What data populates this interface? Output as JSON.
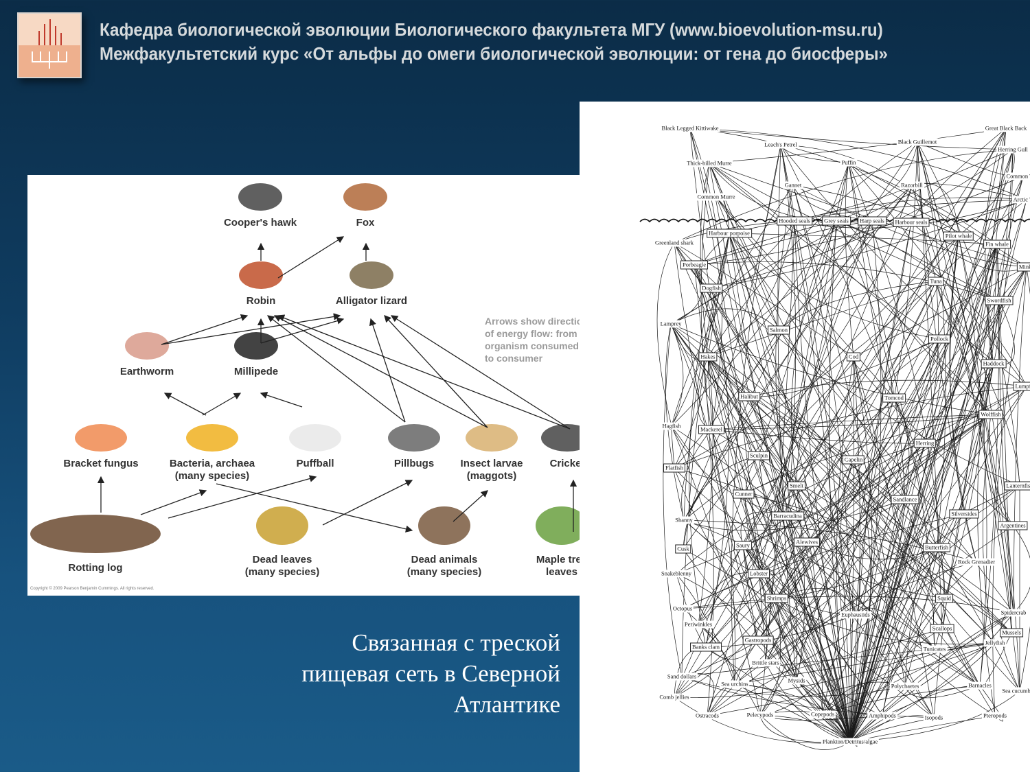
{
  "header": {
    "line1": "Кафедра биологической эволюции Биологического факультета МГУ (www.bioevolution-msu.ru)",
    "line2": "Межфакультетский курс «От альфы до омеги биологической эволюции: от гена до биосферы»"
  },
  "caption": [
    "Связанная с треской",
    "пищевая сеть в Северной",
    "Атлантике"
  ],
  "terrestrial_web": {
    "nodes": [
      "Cooper's hawk",
      "Fox",
      "Robin",
      "Alligator lizard",
      "Earthworm",
      "Millipede",
      "Bracket fungus",
      "Bacteria, archaea\n(many species)",
      "Puffball",
      "Pillbugs",
      "Insect larvae\n(maggots)",
      "Cricket",
      "Rotting log",
      "Dead leaves\n(many species)",
      "Dead animals\n(many species)",
      "Maple tree\nleaves"
    ],
    "note": "Arrows show direction\nof energy flow: from\norganism consumed\nto consumer",
    "copyright": "Copyright © 2009 Pearson Benjamin Cummings. All rights reserved."
  },
  "marine_web": {
    "labels": [
      "Black Legged Kittiwake",
      "Leach's Petrel",
      "Black Guillemot",
      "Great Black Back",
      "Herring Gull",
      "Thick-billed Murre",
      "Puffin",
      "Common Tern",
      "Gannet",
      "Razorbill",
      "Common Murre",
      "Arctic Tern",
      "Hooded seals",
      "Grey seals",
      "Harp seals",
      "Harbour seals",
      "Harbour porpoise",
      "Greenland shark",
      "Pilot whale",
      "Fin whale",
      "Porbeagle",
      "Minke",
      "Dogfish",
      "Tuna",
      "Swordfish",
      "Lamprey",
      "Salmon",
      "Pollock",
      "Hakes",
      "Cod",
      "Haddock",
      "Lumpfish",
      "Halibut",
      "Tomcod",
      "Wolffish",
      "Hagfish",
      "Mackerel",
      "Herring",
      "Sculpin",
      "Capelin",
      "Flatfish",
      "Lanternfish",
      "Smelt",
      "Cunner",
      "Sandlance",
      "Barracudina",
      "Silversides",
      "Shanny",
      "Argentines",
      "Alewives",
      "Saury",
      "Cusk",
      "Butterfish",
      "Rock Grenadier",
      "Snakeblenny",
      "Lobster",
      "Shrimps",
      "Squid",
      "Octopus",
      "Euphausiids",
      "Spidercrab",
      "Periwinkles",
      "Scallops",
      "Mussels",
      "Gastropods",
      "Banks clam",
      "Jellyfish",
      "Tunicates",
      "Brittle stars",
      "Sand dollars",
      "Mysids",
      "Sea urchins",
      "Polychaetes",
      "Barnacles",
      "Sea cucumbers",
      "Comb jellies",
      "Ostracods",
      "Pelecypods",
      "Copepods",
      "Amphipods",
      "Isopods",
      "Pteropods",
      "Plankton/Detritus/algae"
    ]
  }
}
